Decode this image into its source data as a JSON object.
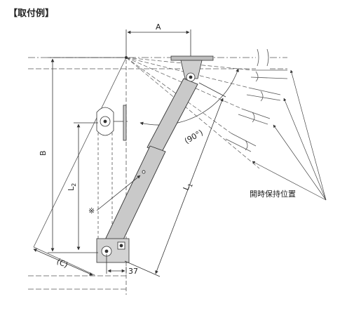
{
  "title": "【取付例】",
  "labels": {
    "A": "A",
    "B": "B",
    "L2_main": "L",
    "L2_sub": "2",
    "L1_main": "L",
    "L1_sub": "1",
    "angle": "(90°)",
    "C": "(C)",
    "dim37": "37",
    "note_mark": "※",
    "hold_position": "開時保持位置"
  }
}
